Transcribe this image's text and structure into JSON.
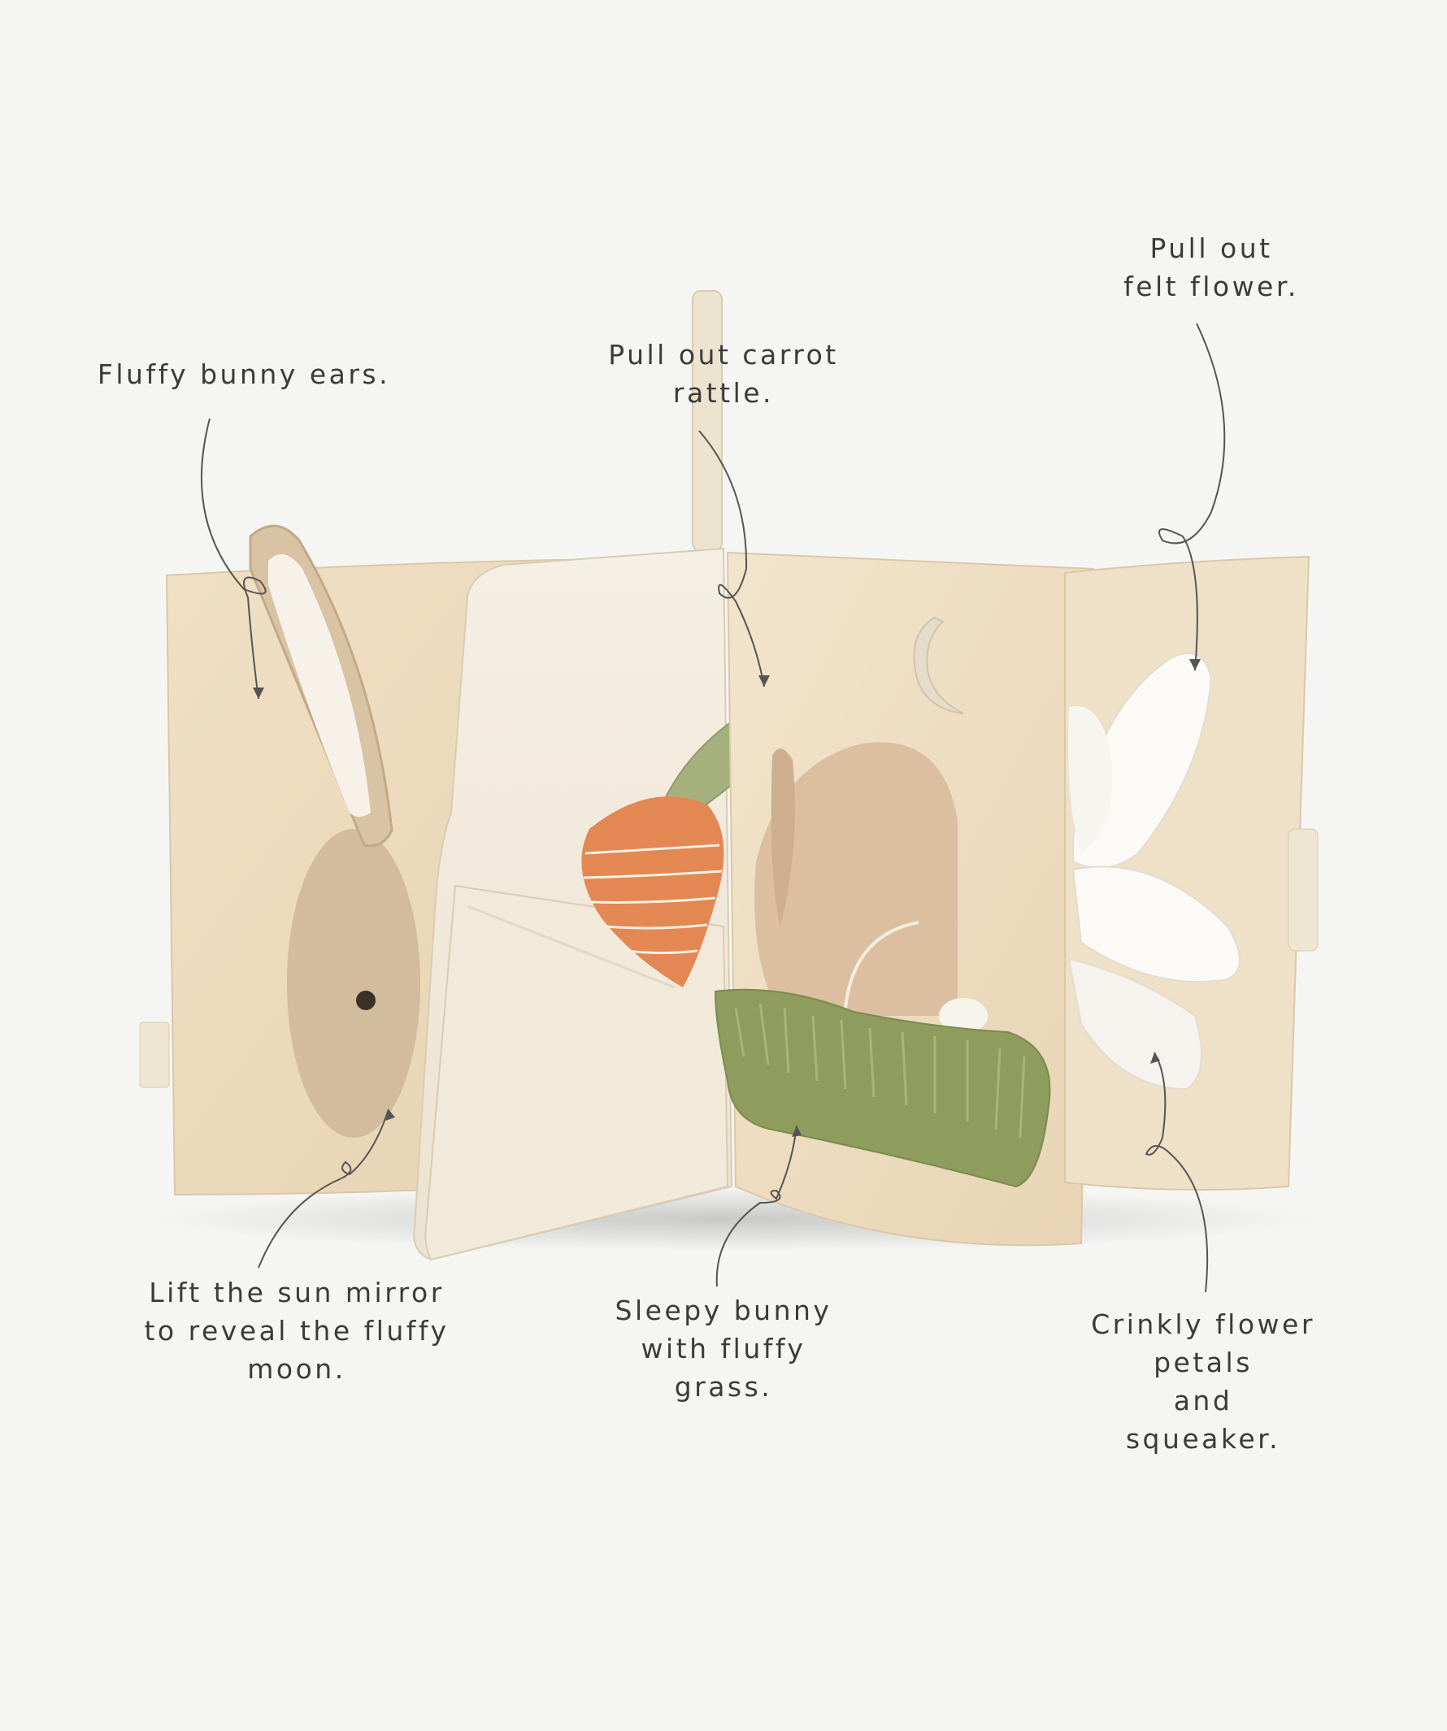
{
  "annotations": {
    "ears": "Fluffy bunny ears.",
    "carrot": "Pull out carrot\nrattle.",
    "felt_flower": "Pull out\nfelt flower.",
    "sun_mirror": "Lift the sun mirror\nto reveal the fluffy\nmoon.",
    "sleepy_bunny": "Sleepy bunny\nwith fluffy\ngrass.",
    "crinkly_flower": "Crinkly flower\npetals\nand\nsqueaker."
  },
  "colors": {
    "background": "#f5f5f4",
    "fabric": "#ecdcc0",
    "cream_page": "#f2ebde",
    "bunny": "#d6bea2",
    "carrot": "#e58a55",
    "grass": "#8a9a5b",
    "petal": "#fbfaf7",
    "text": "#3b3b3b"
  }
}
